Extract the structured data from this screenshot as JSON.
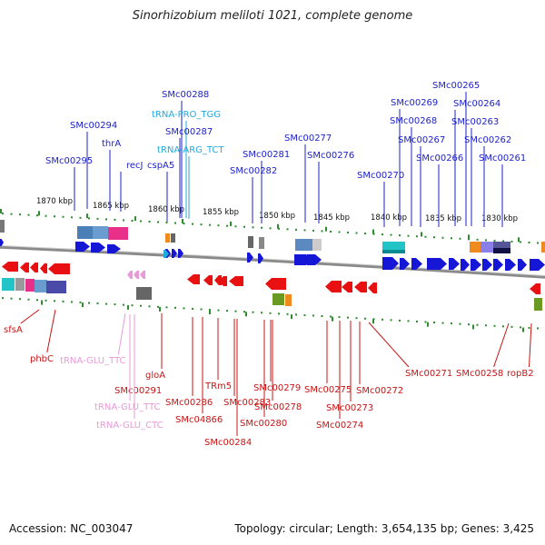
{
  "title": "Sinorhizobium meliloti 1021, complete genome",
  "footer": {
    "accession": "Accession: NC_003047",
    "topology": "Topology: circular; Length: 3,654,135 bp; Genes: 3,425"
  },
  "colors": {
    "forward_gene": "#1616d6",
    "reverse_gene": "#e81010",
    "forward_label": "#1e22c8",
    "reverse_label": "#c81414",
    "trna_forward": "#22aadd",
    "trna_reverse": "#e89ad8",
    "backbone": "#8a8a8a",
    "tick": "#2e8b2e"
  },
  "scale_ticks": [
    "1870 kbp",
    "1865 kbp",
    "1860 kbp",
    "1855 kbp",
    "1850 kbp",
    "1845 kbp",
    "1840 kbp",
    "1835 kbp",
    "1830 kbp"
  ],
  "forward_labels": [
    {
      "text": "SMc00288",
      "kind": "gene"
    },
    {
      "text": "tRNA-PRO_TGG",
      "kind": "trna"
    },
    {
      "text": "SMc00287",
      "kind": "gene"
    },
    {
      "text": "tRNA-ARG_TCT",
      "kind": "trna"
    },
    {
      "text": "SMc00294",
      "kind": "gene"
    },
    {
      "text": "thrA",
      "kind": "gene"
    },
    {
      "text": "SMc00295",
      "kind": "gene"
    },
    {
      "text": "recJ",
      "kind": "gene"
    },
    {
      "text": "cspA5",
      "kind": "gene"
    },
    {
      "text": "SMc00277",
      "kind": "gene"
    },
    {
      "text": "SMc00281",
      "kind": "gene"
    },
    {
      "text": "SMc00276",
      "kind": "gene"
    },
    {
      "text": "SMc00282",
      "kind": "gene"
    },
    {
      "text": "SMc00265",
      "kind": "gene"
    },
    {
      "text": "SMc00269",
      "kind": "gene"
    },
    {
      "text": "SMc00264",
      "kind": "gene"
    },
    {
      "text": "SMc00268",
      "kind": "gene"
    },
    {
      "text": "SMc00263",
      "kind": "gene"
    },
    {
      "text": "SMc00267",
      "kind": "gene"
    },
    {
      "text": "SMc00262",
      "kind": "gene"
    },
    {
      "text": "SMc00266",
      "kind": "gene"
    },
    {
      "text": "SMc00261",
      "kind": "gene"
    },
    {
      "text": "SMc00270",
      "kind": "gene"
    }
  ],
  "reverse_labels": [
    {
      "text": "sfsA",
      "kind": "gene"
    },
    {
      "text": "phbC",
      "kind": "gene"
    },
    {
      "text": "tRNA-GLU_TTC",
      "kind": "trna"
    },
    {
      "text": "gloA",
      "kind": "gene"
    },
    {
      "text": "SMc00291",
      "kind": "gene"
    },
    {
      "text": "tRNA-GLU_TTC",
      "kind": "trna"
    },
    {
      "text": "tRNA-GLU_CTC",
      "kind": "trna"
    },
    {
      "text": "SMc00286",
      "kind": "gene"
    },
    {
      "text": "SMc04866",
      "kind": "gene"
    },
    {
      "text": "TRm5",
      "kind": "gene"
    },
    {
      "text": "SMc00283",
      "kind": "gene"
    },
    {
      "text": "SMc00284",
      "kind": "gene"
    },
    {
      "text": "SMc00279",
      "kind": "gene"
    },
    {
      "text": "SMc00278",
      "kind": "gene"
    },
    {
      "text": "SMc00280",
      "kind": "gene"
    },
    {
      "text": "SMc00275",
      "kind": "gene"
    },
    {
      "text": "SMc00274",
      "kind": "gene"
    },
    {
      "text": "SMc00273",
      "kind": "gene"
    },
    {
      "text": "SMc00272",
      "kind": "gene"
    },
    {
      "text": "SMc00271",
      "kind": "gene"
    },
    {
      "text": "SMc00258",
      "kind": "gene"
    },
    {
      "text": "ropB2",
      "kind": "gene"
    }
  ]
}
